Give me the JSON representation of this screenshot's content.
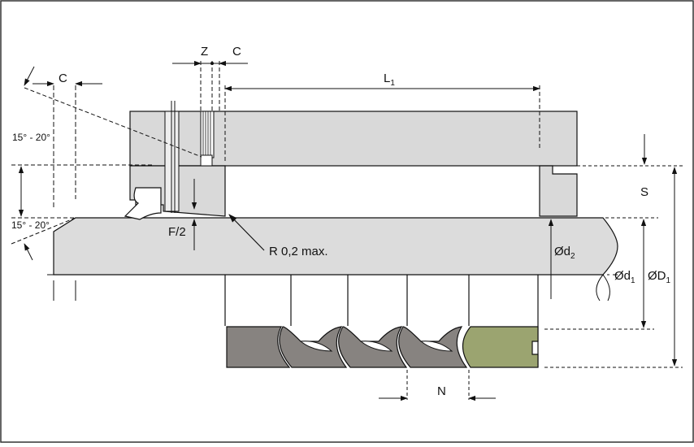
{
  "labels": {
    "z": "Z",
    "c_top": "C",
    "c_left": "C",
    "l": "L",
    "l_sub": "1",
    "angle_top": "15° - 20°",
    "angle_bottom": "15° - 20°",
    "f2": "F/2",
    "radius": "R 0,2 max.",
    "s": "S",
    "d2": "Ød",
    "d2_sub": "2",
    "d1": "Ød",
    "d1_sub": "1",
    "D1": "ØD",
    "D1_sub": "1",
    "n": "N"
  },
  "colors": {
    "housing": "#d9d9d9",
    "shaft": "#dcdcdc",
    "seal_ring": "#878380",
    "adapter_ring": "#9ba470",
    "line": "#111111",
    "frame_border": "#333333"
  }
}
